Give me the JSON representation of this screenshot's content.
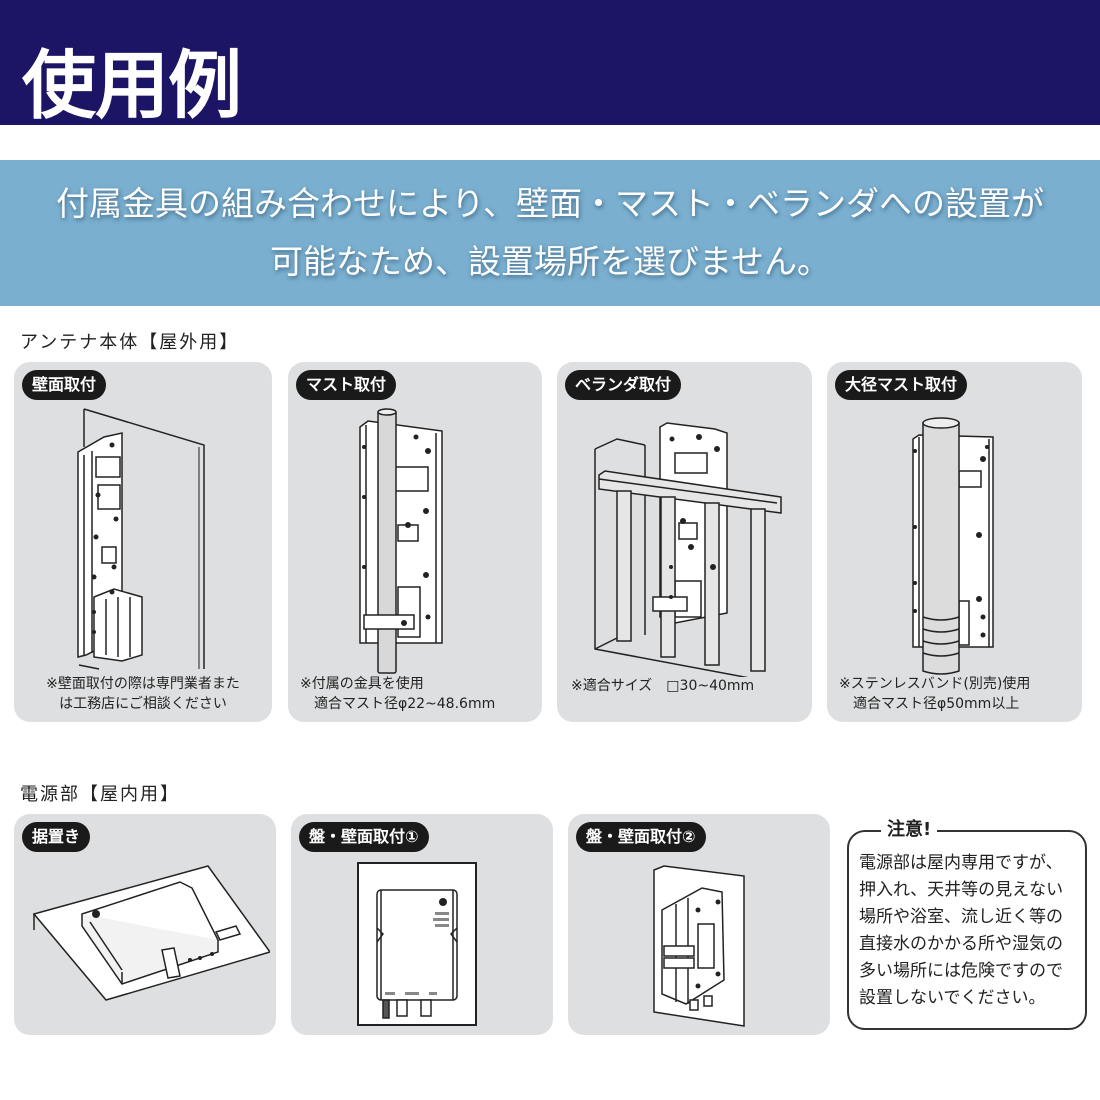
{
  "header": {
    "title": "使用例",
    "bg_color": "#1c1464"
  },
  "banner": {
    "lines": [
      "付属金具の組み合わせにより、壁面・マスト・ベランダへの設置が",
      "可能なため、設置場所を選びません。"
    ],
    "bg_color": "#7aafcf"
  },
  "antenna_section": {
    "label": "アンテナ本体【屋外用】",
    "cards": [
      {
        "label": "壁面取付",
        "illustration": "wall-mount-illustration",
        "caption": [
          "※壁面取付の際は専門業者また",
          "は工務店にご相談ください"
        ]
      },
      {
        "label": "マスト取付",
        "illustration": "mast-mount-illustration",
        "caption": [
          "※付属の金具を使用",
          "　適合マスト径φ22~48.6mm"
        ]
      },
      {
        "label": "ベランダ取付",
        "illustration": "veranda-mount-illustration",
        "caption": [
          "※適合サイズ　□30~40mm"
        ]
      },
      {
        "label": "大径マスト取付",
        "illustration": "large-mast-mount-illustration",
        "caption": [
          "※ステンレスバンド(別売)使用",
          "　適合マスト径φ50mm以上"
        ]
      }
    ]
  },
  "power_section": {
    "label": "電源部【屋内用】",
    "cards": [
      {
        "label": "据置き",
        "illustration": "tabletop-placement-illustration"
      },
      {
        "label": "盤・壁面取付①",
        "illustration": "panel-wall-mount-front-illustration"
      },
      {
        "label": "盤・壁面取付②",
        "illustration": "panel-wall-mount-side-illustration"
      }
    ],
    "notice": {
      "title": "注意!",
      "lines": [
        "電源部は屋内専用ですが、",
        "押入れ、天井等の見えない",
        "場所や浴室、流し近く等の",
        "直接水のかかる所や湿気の",
        "多い場所には危険ですので",
        "設置しないでください。"
      ]
    }
  },
  "colors": {
    "card_bg": "#dedfe0",
    "pill_bg": "#1a1a1a",
    "text": "#222222"
  }
}
